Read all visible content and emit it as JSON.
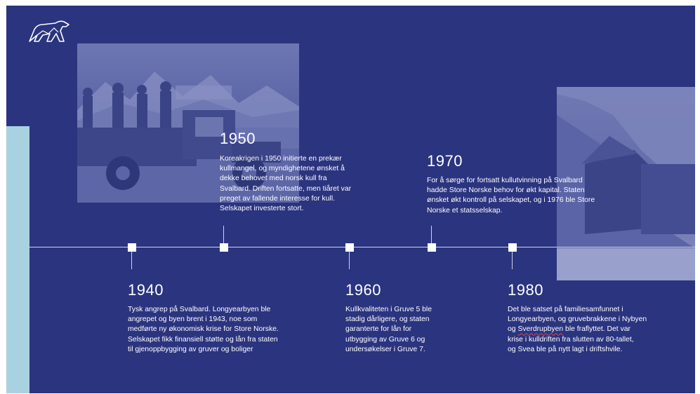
{
  "colors": {
    "background": "#2b347f",
    "accent_bar": "#a9d2e0",
    "line": "#cfd3ec",
    "marker": "#ffffff",
    "text": "#ffffff"
  },
  "logo": {
    "icon": "polar-bear-logo-icon"
  },
  "photos": {
    "left": {
      "icon": "truck-photo"
    },
    "right": {
      "icon": "mountain-house-photo"
    }
  },
  "events": {
    "e1940": {
      "year": "1940",
      "lines": [
        "Tysk angrep på Svalbard. Longyearbyen ble",
        "angrepet og byen brent i 1943, noe som",
        "medførte ny økonomisk krise for Store Norske.",
        "Selskapet fikk finansiell støtte og lån fra staten",
        "til gjenoppbygging av gruver og boliger"
      ]
    },
    "e1950": {
      "year": "1950",
      "lines": [
        "Koreakrigen i 1950 initierte en prekær",
        "kullmangel, og myndighetene ønsket å",
        "dekke behovet med norsk kull fra",
        "Svalbard. Driften fortsatte, men tiåret var",
        "preget av fallende interesse for kull.",
        "Selskapet investerte stort."
      ]
    },
    "e1960": {
      "year": "1960",
      "lines": [
        "Kullkvaliteten i Gruve 5 ble",
        "stadig dårligere, og staten",
        "garanterte for lån for",
        "utbygging av Gruve 6 og",
        "undersøkelser i Gruve 7."
      ]
    },
    "e1970": {
      "year": "1970",
      "lines": [
        "For å sørge for fortsatt kullutvinning på Svalbard",
        "hadde Store Norske behov for økt kapital. Staten",
        "ønsket økt kontroll på selskapet, og i 1976 ble Store",
        "Norske et statsselskap."
      ]
    },
    "e1980": {
      "year": "1980",
      "line1": "Det ble satset på familiesamfunnet i",
      "line2": "Longyearbyen, og gruvebrakkene i Nybyen",
      "line3_pre": "og ",
      "line3_word": "Sverdrupbyen",
      "line3_post": " ble fraflyttet. Det var",
      "line4": "krise i kulldriften fra slutten av 80-tallet,",
      "line5": "og Svea ble på nytt lagt i driftshvile."
    }
  }
}
